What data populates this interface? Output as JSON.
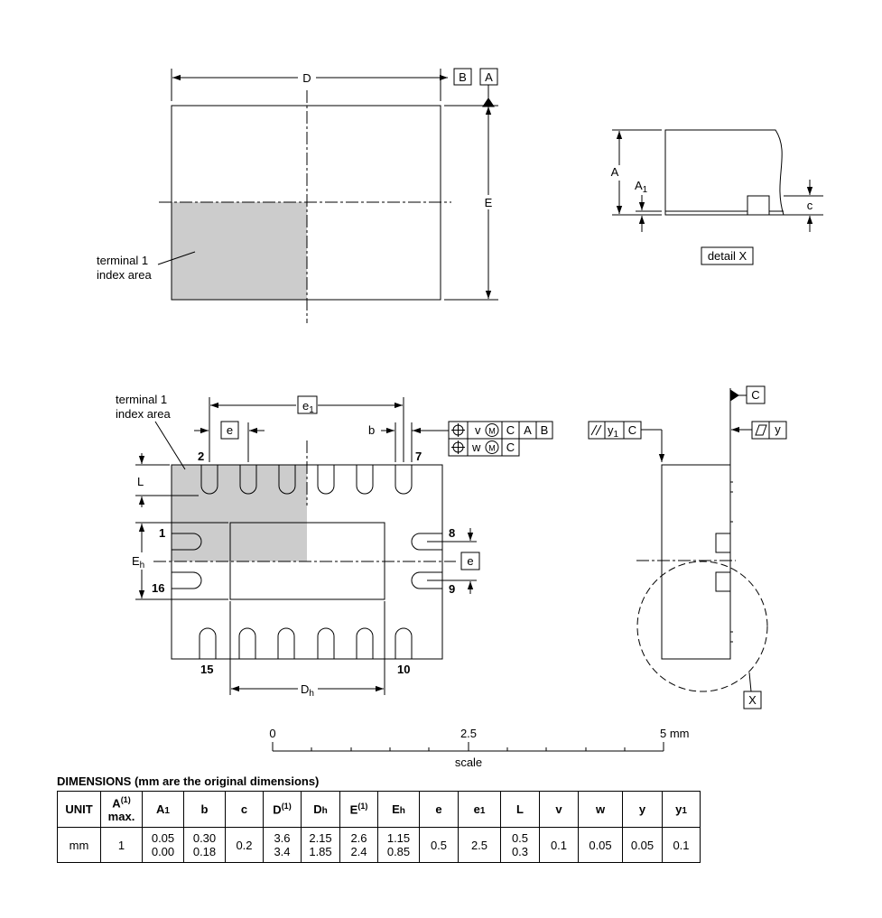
{
  "top_view": {
    "dim_D": "D",
    "dim_E": "E",
    "datum_B": "B",
    "datum_A": "A",
    "terminal_label_1": "terminal 1",
    "terminal_label_2": "index area"
  },
  "detail_view": {
    "dim_A": "A",
    "dim_A1": "A",
    "dim_A1_sub": "1",
    "dim_c": "c",
    "caption": "detail X"
  },
  "bottom_view": {
    "terminal_label_1": "terminal 1",
    "terminal_label_2": "index area",
    "e1": "e",
    "e1_sub": "1",
    "e": "e",
    "e_right": "e",
    "b": "b",
    "L": "L",
    "Eh": "E",
    "Eh_sub": "h",
    "Dh": "D",
    "Dh_sub": "h",
    "pin_2": "2",
    "pin_7": "7",
    "pin_1": "1",
    "pin_16": "16",
    "pin_8": "8",
    "pin_9": "9",
    "pin_15": "15",
    "pin_10": "10",
    "fcf1": [
      "v",
      "C",
      "A",
      "B"
    ],
    "fcf2": [
      "w",
      "C"
    ],
    "modifier_M": "M"
  },
  "side_view": {
    "datum_C": "C",
    "par_y1": "y",
    "par_y1_sub": "1",
    "par_datum": "C",
    "flat_y": "y",
    "detail_marker": "X"
  },
  "scale_bar": {
    "label_0": "0",
    "label_mid": "2.5",
    "label_end": "5 mm",
    "caption": "scale"
  },
  "table": {
    "title": "DIMENSIONS (mm are the original dimensions)",
    "headers": [
      {
        "t": "UNIT"
      },
      {
        "t": "A",
        "sup": "(1)",
        "line2": "max."
      },
      {
        "t": "A",
        "sub": "1"
      },
      {
        "t": "b"
      },
      {
        "t": "c"
      },
      {
        "t": "D",
        "sup": "(1)"
      },
      {
        "t": "D",
        "sub": "h"
      },
      {
        "t": "E",
        "sup": "(1)"
      },
      {
        "t": "E",
        "sub": "h"
      },
      {
        "t": "e"
      },
      {
        "t": "e",
        "sub": "1"
      },
      {
        "t": "L"
      },
      {
        "t": "v"
      },
      {
        "t": "w"
      },
      {
        "t": "y"
      },
      {
        "t": "y",
        "sub": "1"
      }
    ],
    "row": [
      [
        "mm"
      ],
      [
        "1"
      ],
      [
        "0.05",
        "0.00"
      ],
      [
        "0.30",
        "0.18"
      ],
      [
        "0.2"
      ],
      [
        "3.6",
        "3.4"
      ],
      [
        "2.15",
        "1.85"
      ],
      [
        "2.6",
        "2.4"
      ],
      [
        "1.15",
        "0.85"
      ],
      [
        "0.5"
      ],
      [
        "2.5"
      ],
      [
        "0.5",
        "0.3"
      ],
      [
        "0.1"
      ],
      [
        "0.05"
      ],
      [
        "0.05"
      ],
      [
        "0.1"
      ]
    ]
  }
}
